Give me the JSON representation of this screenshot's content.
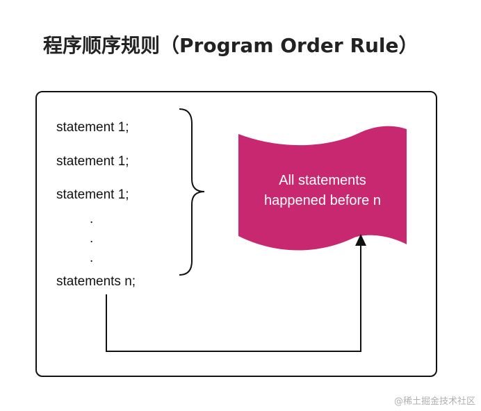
{
  "title": "程序顺序规则（Program Order Rule）",
  "statements": [
    "statement 1;",
    "statement 1;",
    "statement 1;"
  ],
  "ellipsis_dots": [
    ".",
    ".",
    "."
  ],
  "last_statement": "statements n;",
  "flag": {
    "line1": "All statements",
    "line2": "happened before n",
    "color": "#c7286f"
  },
  "watermark": "@稀土掘金技术社区"
}
